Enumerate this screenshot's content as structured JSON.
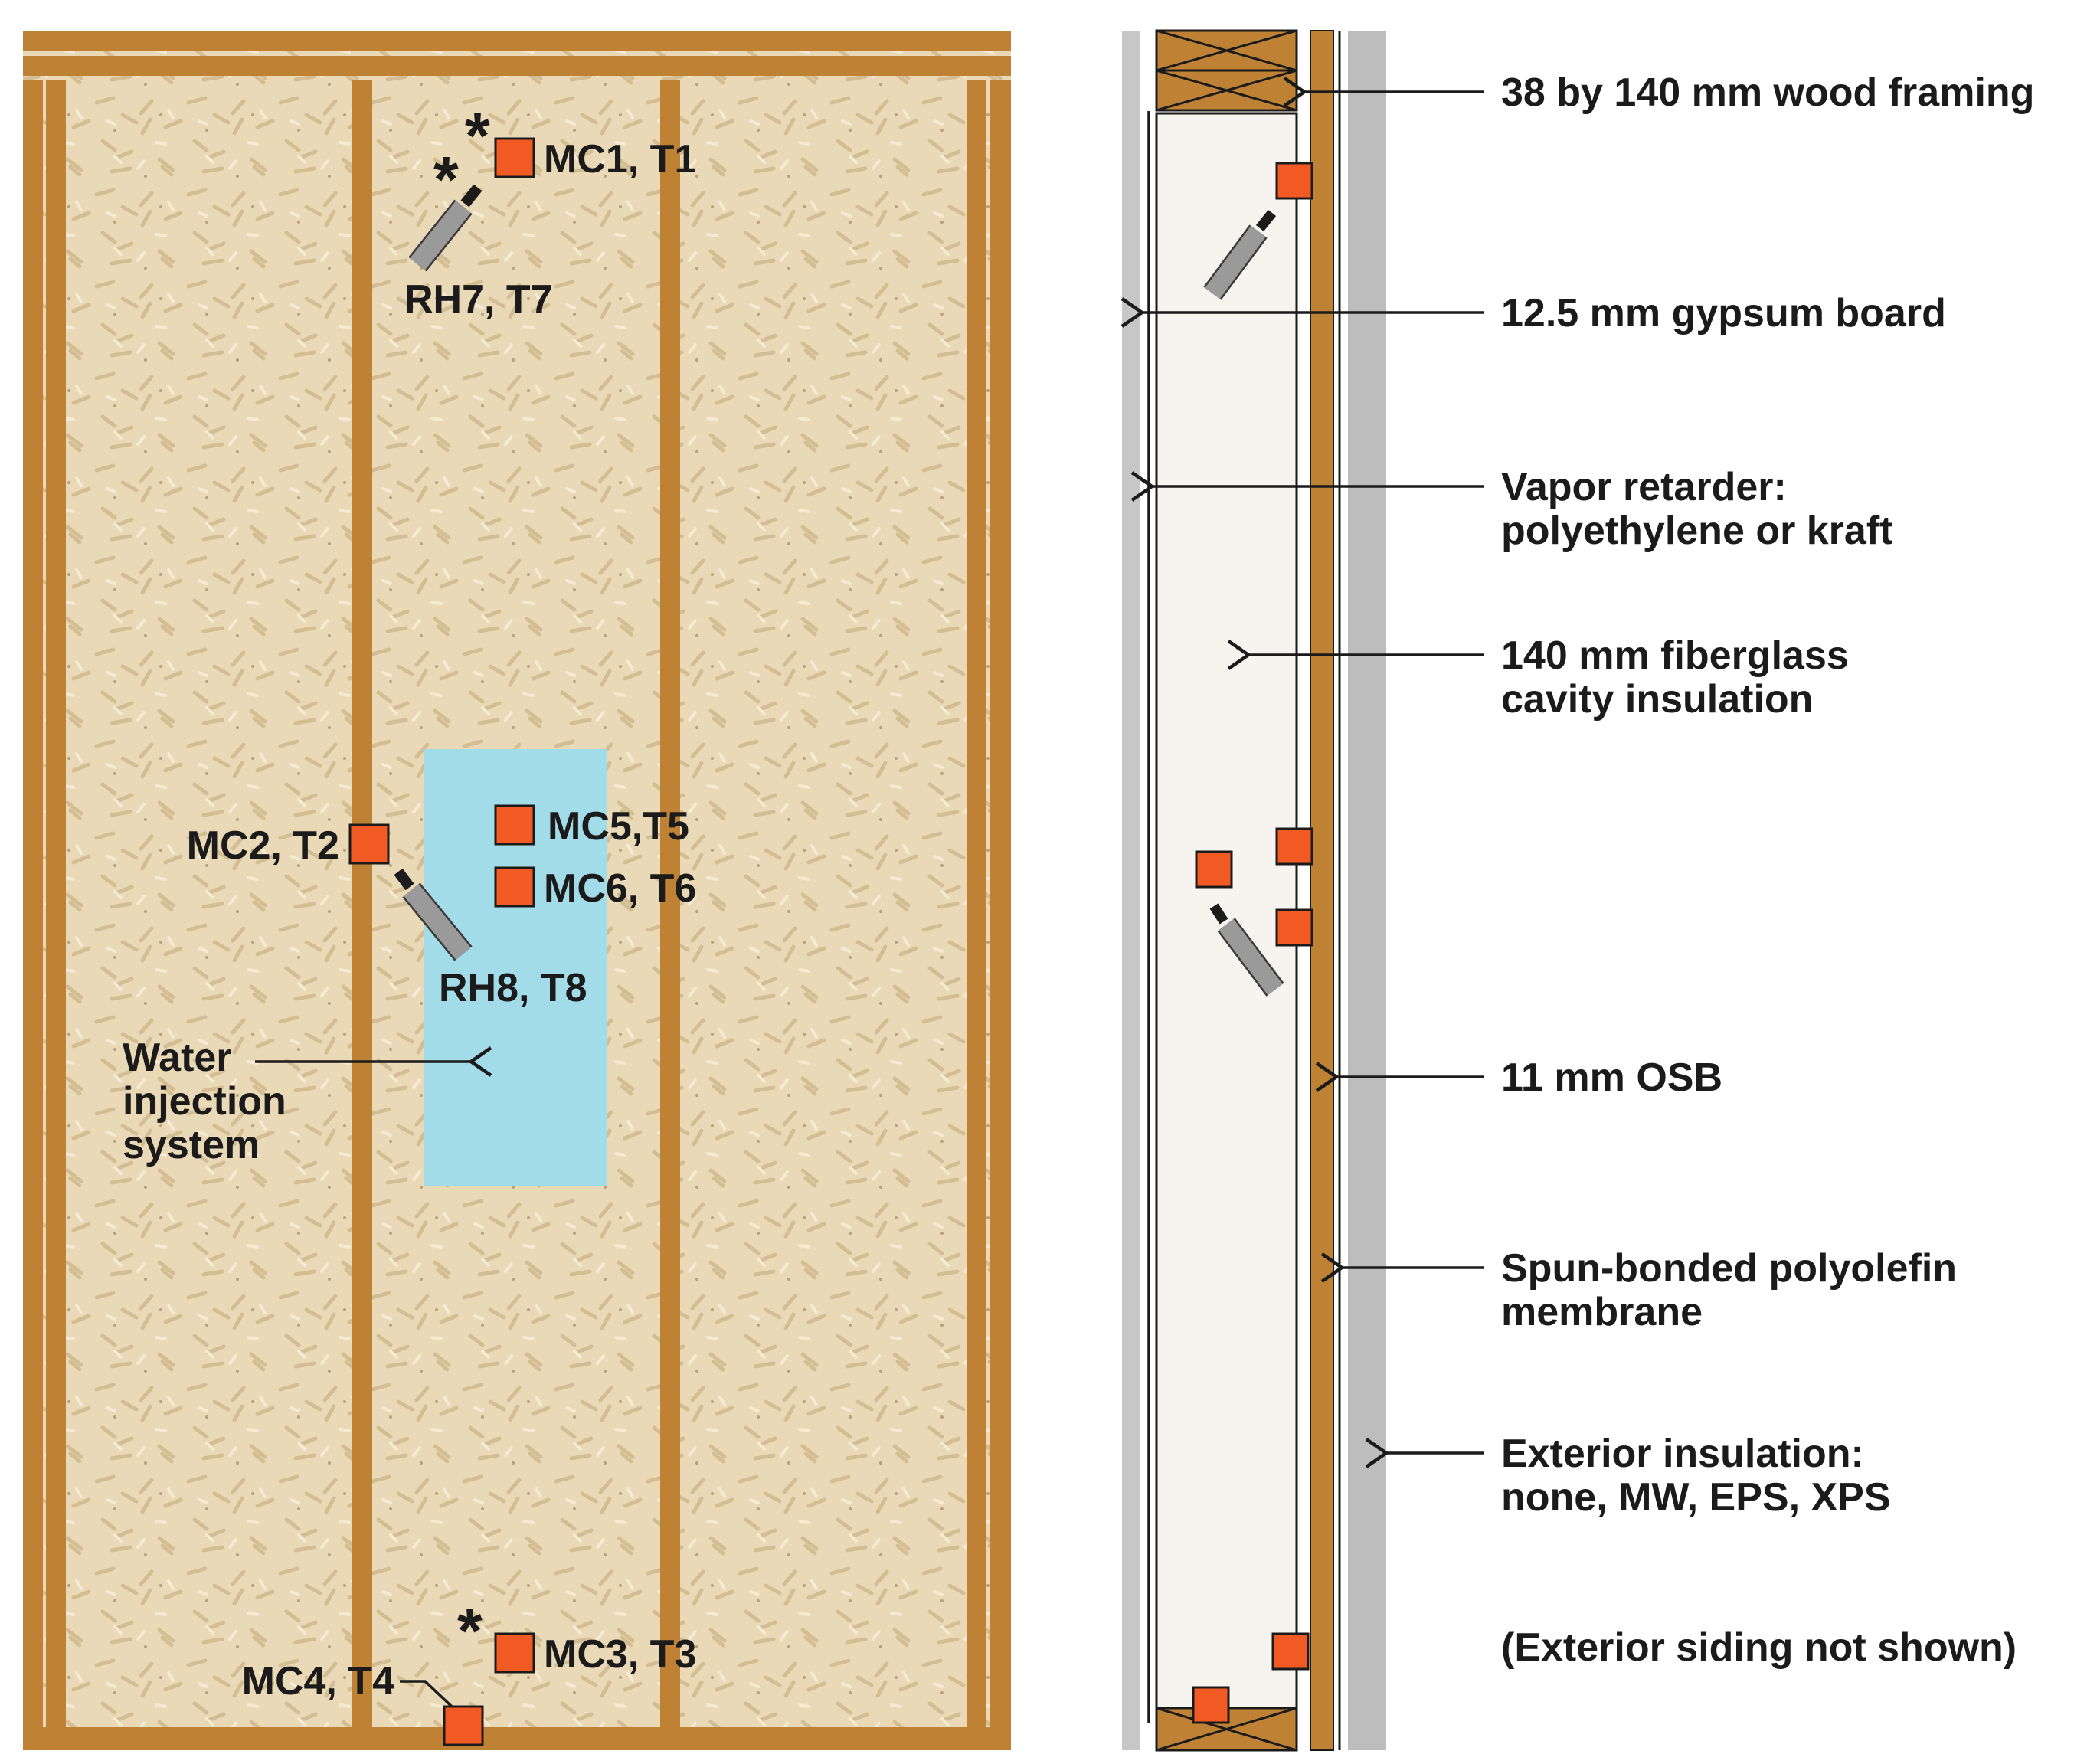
{
  "colors": {
    "wood": "#bf8235",
    "osb_panel": "#ead9b6",
    "injection": "#a2dce8",
    "sensor_mc": "#f15a22",
    "sensor_rh": "#9a9a9a",
    "insulation": "#f6f4ef",
    "gypsum": "#c7c7c7",
    "exterior_insulation": "#bdbdbd",
    "text": "#1b1b1b"
  },
  "icons": {
    "mc_sensor": "orange-square-sensor",
    "rh_sensor": "gray-cylinder-probe",
    "marker": "asterisk"
  },
  "front_view": {
    "sensor_labels": {
      "mc1": "MC1, T1",
      "rh7": "RH7, T7",
      "mc2": "MC2, T2",
      "mc5": "MC5,T5",
      "mc6": "MC6, T6",
      "rh8": "RH8, T8",
      "mc3": "MC3, T3",
      "mc4": "MC4, T4"
    },
    "marker_symbol": "*",
    "water_injection_label": [
      "Water",
      "injection",
      "system"
    ]
  },
  "section_view": {
    "callouts": [
      {
        "lines": [
          "38 by 140 mm wood framing"
        ]
      },
      {
        "lines": [
          "12.5 mm gypsum board"
        ]
      },
      {
        "lines": [
          "Vapor retarder:",
          "polyethylene or kraft"
        ]
      },
      {
        "lines": [
          "140 mm fiberglass",
          "cavity insulation"
        ]
      },
      {
        "lines": [
          "11 mm OSB"
        ]
      },
      {
        "lines": [
          "Spun-bonded polyolefin",
          "membrane"
        ]
      },
      {
        "lines": [
          "Exterior insulation:",
          "none, MW, EPS, XPS"
        ]
      },
      {
        "lines": [
          "(Exterior siding not shown)"
        ]
      }
    ]
  }
}
